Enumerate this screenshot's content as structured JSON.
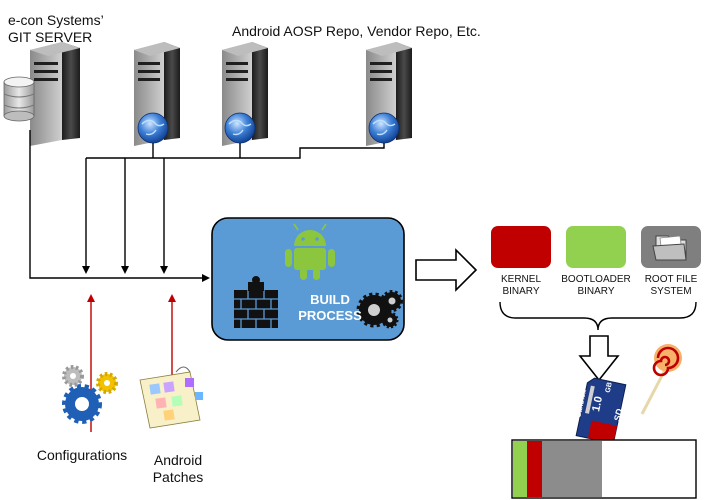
{
  "titles": {
    "git_server_line1": "e-con Systems’",
    "git_server_line2": "GIT SERVER",
    "repos": "Android AOSP Repo, Vendor Repo, Etc."
  },
  "build": {
    "line1": "BUILD",
    "line2": "PROCESS"
  },
  "inputs": {
    "configurations": "Configurations",
    "patches_line1": "Android",
    "patches_line2": "Patches"
  },
  "outputs": {
    "kernel_line1": "KERNEL",
    "kernel_line2": "BINARY",
    "bootloader_line1": "BOOTLOADER",
    "bootloader_line2": "BINARY",
    "rootfs_line1": "ROOT FILE",
    "rootfs_line2": "SYSTEM"
  },
  "sdcard": {
    "brand": "SanDisk",
    "capacity": "1.0",
    "unit": "GB",
    "logo": "SD"
  },
  "colors": {
    "build_box": "#5b9bd5",
    "kernel": "#c00000",
    "bootloader": "#92d050",
    "rootfs": "#7f7f7f",
    "arrow_red": "#c00000"
  },
  "icons": [
    "server-icon",
    "database-icon",
    "globe-icon",
    "android-icon",
    "firewall-icon",
    "gears-icon",
    "folder-icon",
    "sd-card-icon",
    "lollipop-icon",
    "patches-icon"
  ]
}
